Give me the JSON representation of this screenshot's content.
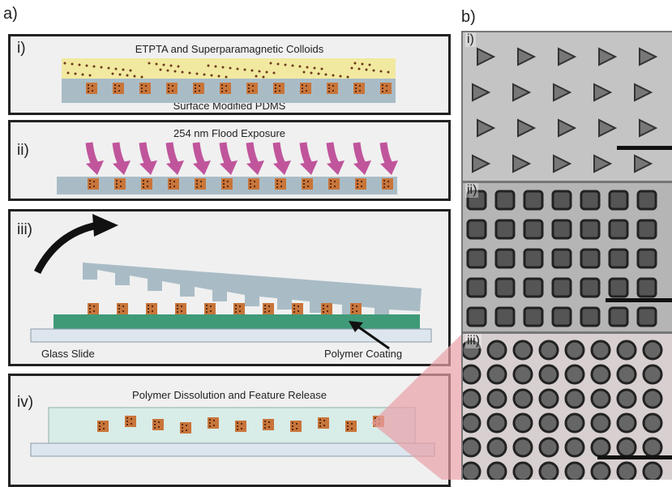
{
  "figure": {
    "label_a": "a)",
    "label_b": "b)"
  },
  "panels": {
    "i": {
      "numeral": "i)",
      "title": "ETPTA and Superparamagnetic Colloids",
      "caption": "Surface Modified PDMS"
    },
    "ii": {
      "numeral": "ii)",
      "title": "254 nm Flood Exposure"
    },
    "iii": {
      "numeral": "iii)",
      "label_left": "Glass Slide",
      "label_right": "Polymer Coating"
    },
    "iv": {
      "numeral": "iv)",
      "title": "Polymer Dissolution and Feature Release"
    }
  },
  "micrographs": {
    "i": {
      "numeral": "i)",
      "shape": "triangle"
    },
    "ii": {
      "numeral": "ii)",
      "shape": "square"
    },
    "iii": {
      "numeral": "iii)",
      "shape": "circle"
    }
  },
  "colors": {
    "pdms": "#a9bcc6",
    "etpta": "#f2e9a0",
    "particle": "#c8753a",
    "arrow": "#c0559c",
    "polymer_coating": "#3f9a78",
    "release_fluid": "#d8ece8",
    "highlight": "#e8a0a8"
  }
}
